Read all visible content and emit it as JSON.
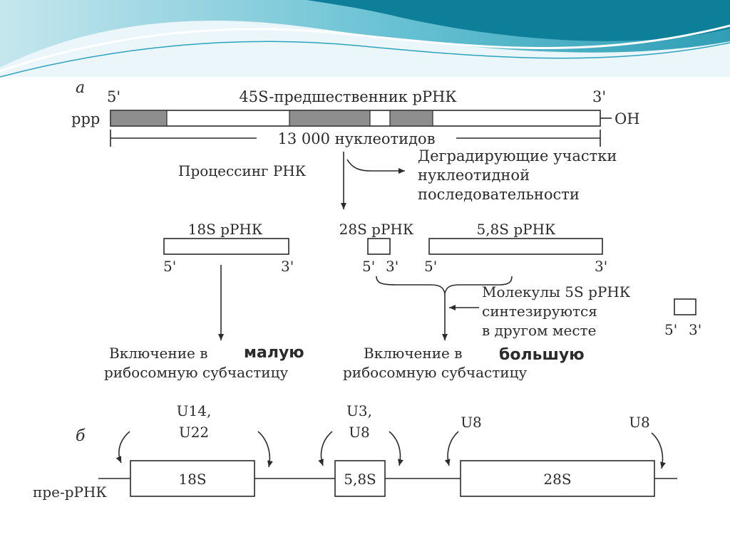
{
  "colors": {
    "header_teal": "#1c9bb4",
    "header_light": "#a8dbe6",
    "segment_gray": "#8e8e8e",
    "ink": "#2b2b2b"
  },
  "part_a": {
    "panel_label": "а",
    "precursor_title": "45S-предшественник рРНК",
    "end_5": "5'",
    "end_3": "3'",
    "ppp": "ppp",
    "oh": "OH",
    "length_label": "13 000 нуклеотидов",
    "processing": "Процессинг РНК",
    "degrading": [
      "Деградирующие участки",
      "нуклеотидной",
      "последовательности"
    ],
    "rna_18s": "18S рРНК",
    "rna_28s": "28S рРНК",
    "rna_58s": "5,8S рРНК",
    "molecules_5s": [
      "Молекулы 5S рРНК",
      "синтезируются",
      "в другом месте"
    ],
    "small_subunit_prefix": "Включение в",
    "small_subunit_word": "малую",
    "small_subunit_line2": "рибосомную субчастицу",
    "large_subunit_prefix": "Включение в",
    "large_subunit_word": "большую",
    "large_subunit_line2": "рибосомную субчастицу"
  },
  "part_b": {
    "panel_label": "б",
    "pre_rrna": "пре-рРНК",
    "snorna_1": [
      "U14,",
      "U22"
    ],
    "snorna_2": [
      "U3,",
      "U8"
    ],
    "snorna_3": "U8",
    "snorna_4": "U8",
    "box_18s": "18S",
    "box_58s": "5,8S",
    "box_28s": "28S"
  }
}
